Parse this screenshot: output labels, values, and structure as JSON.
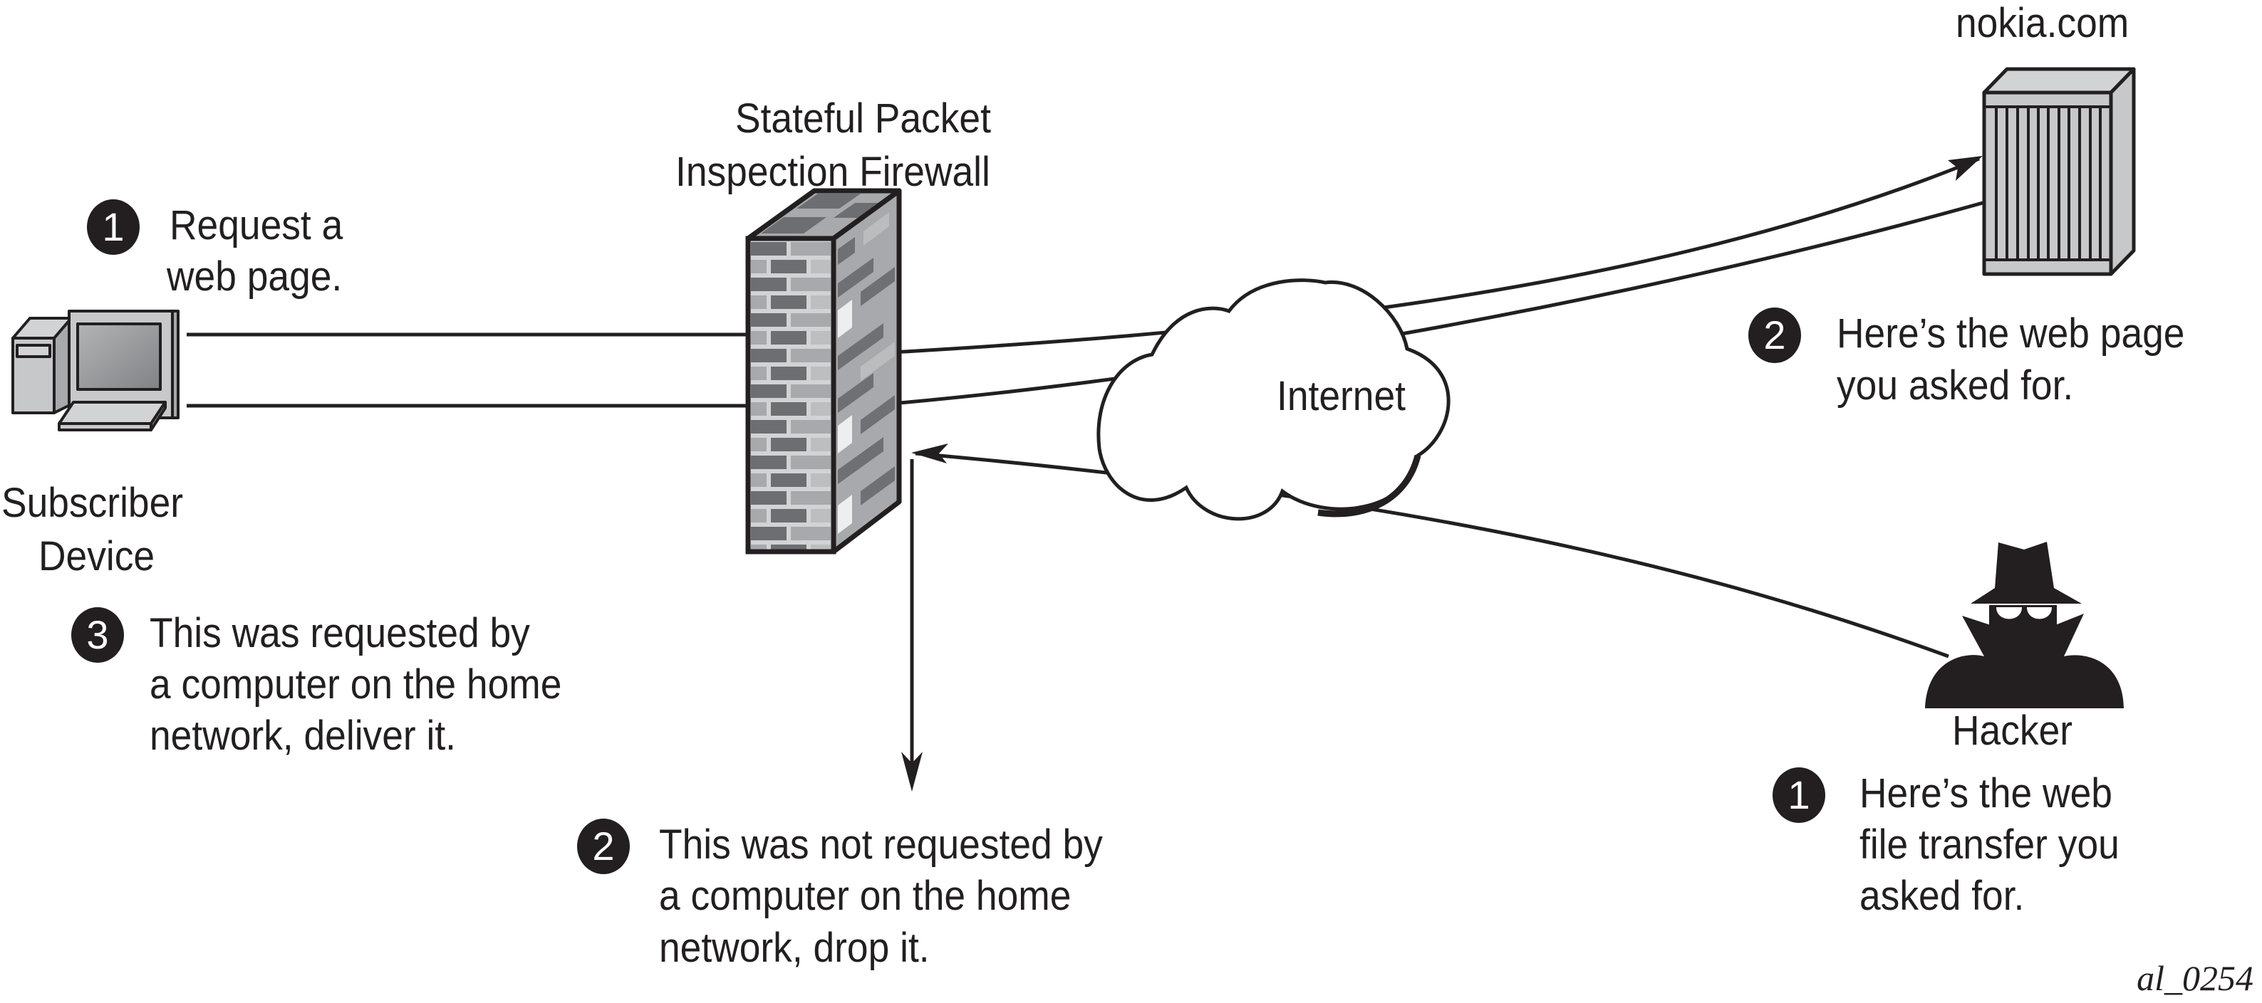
{
  "nodes": {
    "subscriber": {
      "label_line1": "Subscriber",
      "label_line2": "Device",
      "icon": "desktop-computer-icon"
    },
    "firewall": {
      "label_line1": "Stateful Packet",
      "label_line2": "Inspection Firewall",
      "icon": "brick-firewall-icon"
    },
    "internet": {
      "label": "Internet",
      "icon": "cloud-icon"
    },
    "server": {
      "label": "nokia.com",
      "icon": "server-rack-icon"
    },
    "hacker": {
      "label": "Hacker",
      "icon": "hacker-silhouette-icon"
    }
  },
  "steps": {
    "subscriber_request": {
      "number": "1",
      "line1": "Request a",
      "line2": "web page."
    },
    "server_reply": {
      "number": "2",
      "line1": "Here’s the web page",
      "line2": "you asked for."
    },
    "firewall_deliver": {
      "number": "3",
      "line1": "This was requested by",
      "line2": "a computer on the home",
      "line3": "network, deliver it."
    },
    "firewall_drop": {
      "number": "2",
      "line1": "This was not requested by",
      "line2": "a computer on the home",
      "line3": "network, drop it."
    },
    "hacker_send": {
      "number": "1",
      "line1": "Here’s the web",
      "line2": "file transfer you",
      "line3": "asked for."
    }
  },
  "figure_id": "al_0254",
  "colors": {
    "ink": "#231f20",
    "brick_dark": "#6d6e71",
    "brick_mid": "#a7a9ac",
    "brick_light": "#bcbec0",
    "mortar": "#d1d3d4",
    "device_fill": "#c7c8ca"
  }
}
